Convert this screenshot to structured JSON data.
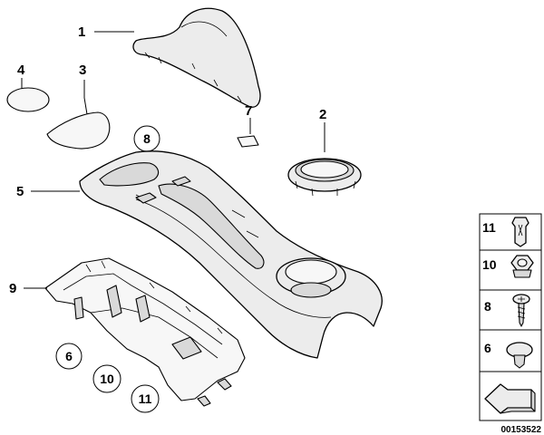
{
  "diagram": {
    "callouts": {
      "p1": "1",
      "p2": "2",
      "p3": "3",
      "p4": "4",
      "p5": "5",
      "p7": "7",
      "p9": "9"
    },
    "circled_callouts": {
      "c8": "8",
      "c6": "6",
      "c10": "10",
      "c11": "11"
    },
    "legend": [
      {
        "number": "11",
        "icon": "expanding-rivet-icon"
      },
      {
        "number": "10",
        "icon": "hex-nut-icon"
      },
      {
        "number": "8",
        "icon": "screw-icon"
      },
      {
        "number": "6",
        "icon": "push-clip-icon"
      }
    ],
    "direction_icon": "forward-arrow-icon",
    "diagram_code": "00153522"
  }
}
